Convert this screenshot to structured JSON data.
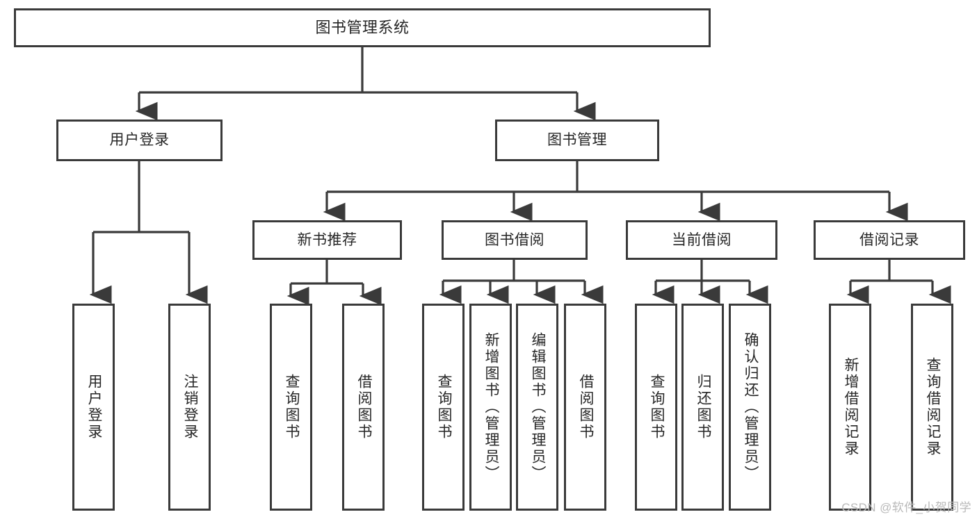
{
  "diagram": {
    "title_text": "图书管理系统",
    "watermark": "CSDN @软件_小贺同学",
    "colors": {
      "box_border": "#3a3a3a",
      "box_fill": "#ffffff",
      "text": "#262626",
      "edge": "#3a3a3a",
      "watermark": "#b9b9b9",
      "background": "#ffffff"
    },
    "nodes": {
      "root": {
        "label": "图书管理系统"
      },
      "level1": [
        {
          "label": "用户登录"
        },
        {
          "label": "图书管理"
        }
      ],
      "level2": [
        {
          "label": "新书推荐"
        },
        {
          "label": "图书借阅"
        },
        {
          "label": "当前借阅"
        },
        {
          "label": "借阅记录"
        }
      ],
      "leaves_user_login": [
        {
          "label": "用户登录"
        },
        {
          "label": "注销登录"
        }
      ],
      "leaves_new_book": [
        {
          "label": "查询图书"
        },
        {
          "label": "借阅图书"
        }
      ],
      "leaves_borrow": [
        {
          "label": "查询图书"
        },
        {
          "label": "新增图书（管理员）"
        },
        {
          "label": "编辑图书（管理员）"
        },
        {
          "label": "借阅图书"
        }
      ],
      "leaves_current": [
        {
          "label": "查询图书"
        },
        {
          "label": "归还图书"
        },
        {
          "label": "确认归还（管理员）"
        }
      ],
      "leaves_records": [
        {
          "label": "新增借阅记录"
        },
        {
          "label": "查询借阅记录"
        }
      ]
    }
  }
}
